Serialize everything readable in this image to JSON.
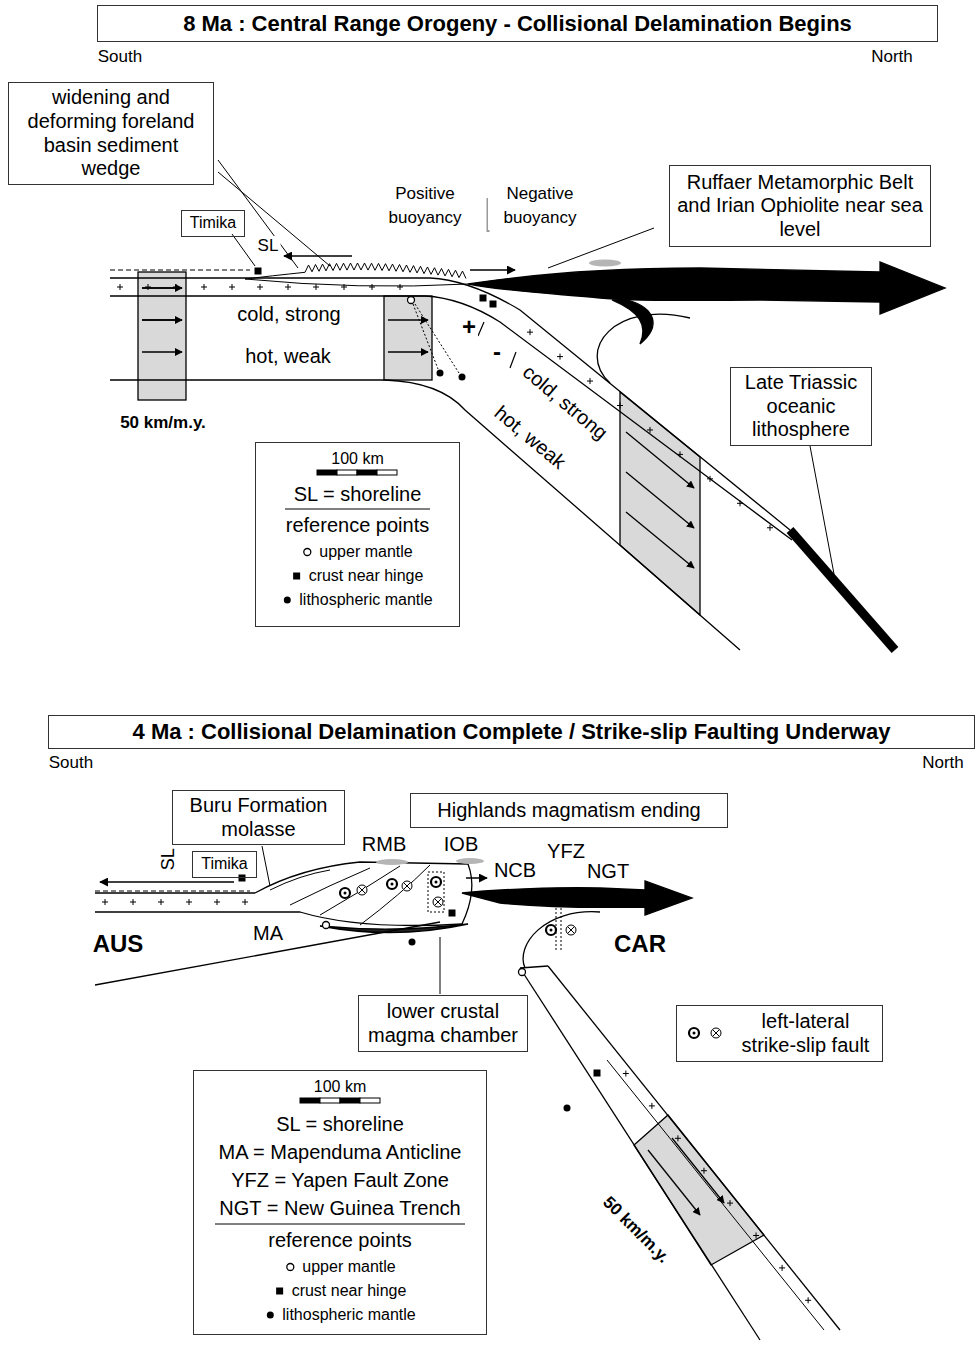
{
  "diagram": {
    "nodes": [
      {
        "text": [
          "8 Ma : Central Range Orogeny - Collisional Delamination Begins"
        ]
      },
      {
        "text": [
          "widening and deforming foreland basin sediment wedge"
        ]
      },
      {
        "text": [
          "Timika"
        ]
      },
      {
        "text": [
          "Ruffaer Metamorphic Belt and Irian Ophiolite near sea level"
        ]
      },
      {
        "text": [
          "Late Triassic oceanic lithosphere"
        ]
      },
      {
        "text": [
          "100 km",
          "SL = shoreline",
          "reference points"
        ]
      },
      {
        "text": [
          "4 Ma : Collisional Delamination Complete / Strike-slip Faulting Underway"
        ]
      },
      {
        "text": [
          "Buru Formation molasse"
        ]
      },
      {
        "text": [
          "Highlands magmatism ending"
        ]
      },
      {
        "text": [
          "Timika"
        ]
      },
      {
        "text": [
          "lower crustal magma chamber"
        ]
      },
      {
        "text": [
          "left-lateral strike-slip fault"
        ]
      },
      {
        "text": [
          "100 km",
          "SL = shoreline",
          "MA = Mapenduma Anticline",
          "YFZ = Yapen Fault Zone",
          "NGT = New Guinea Trench",
          "reference points"
        ]
      }
    ],
    "labels": [
      "South",
      "North",
      "SL",
      "Positive buoyancy",
      "Negative buoyancy",
      "cold, strong",
      "hot, weak",
      "+",
      "-",
      "cold, strong",
      "hot, weak",
      "50 km/m.y.",
      "South",
      "North",
      "RMB",
      "IOB",
      "NCB",
      "YFZ",
      "NGT",
      "SL",
      "AUS",
      "MA",
      "CAR",
      "50 km/m.y."
    ],
    "legend": [
      {
        "text": "upper mantle"
      },
      {
        "text": "crust near hinge"
      },
      {
        "text": "lithospheric mantle"
      },
      {
        "text": "upper mantle"
      },
      {
        "text": "crust near hinge"
      },
      {
        "text": "lithospheric mantle"
      }
    ]
  }
}
